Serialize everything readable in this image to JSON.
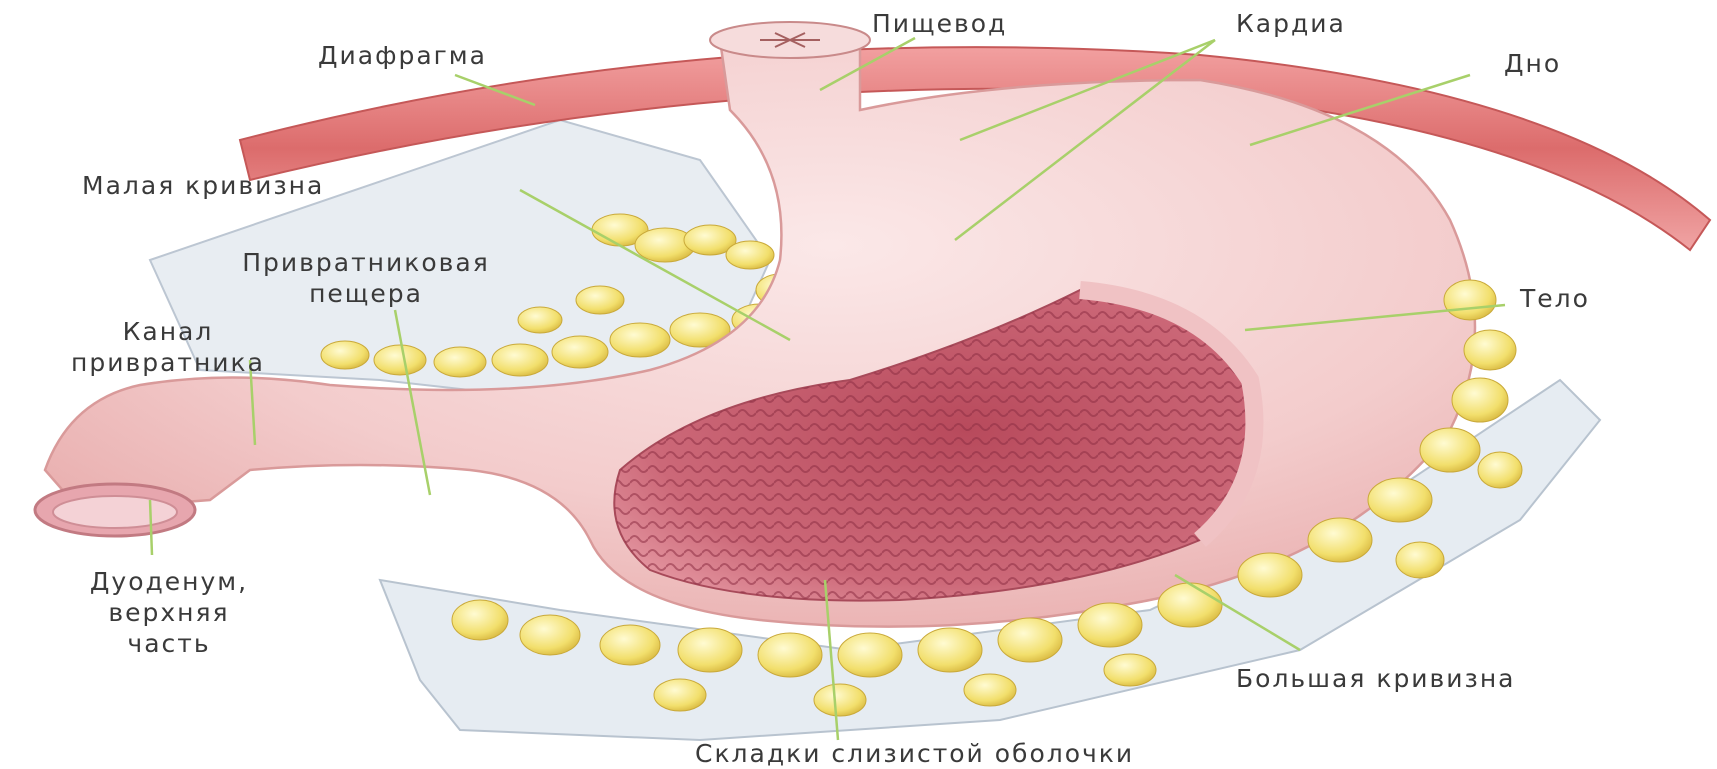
{
  "labels": {
    "diaphragm": "Диафрагма",
    "esophagus": "Пищевод",
    "cardia": "Кардиа",
    "fundus": "Дно",
    "lesser_curvature": "Малая кривизна",
    "pyloric_antrum_1": "Привратниковая",
    "pyloric_antrum_2": "пещера",
    "pyloric_canal_1": "Канал",
    "pyloric_canal_2": "привратника",
    "body": "Тело",
    "duodenum_1": "Дуоденум,",
    "duodenum_2": "верхняя",
    "duodenum_3": "часть",
    "greater_curvature": "Большая кривизна",
    "mucosal_folds": "Складки слизистой оболочки"
  },
  "colors": {
    "diaphragm": "#e07a7a",
    "stomach": "#f2c9c9",
    "mucosa": "#c95a6a",
    "fat": "#f3e27a",
    "omentum": "#e9eef3",
    "leader_line": "#a8d06a"
  }
}
